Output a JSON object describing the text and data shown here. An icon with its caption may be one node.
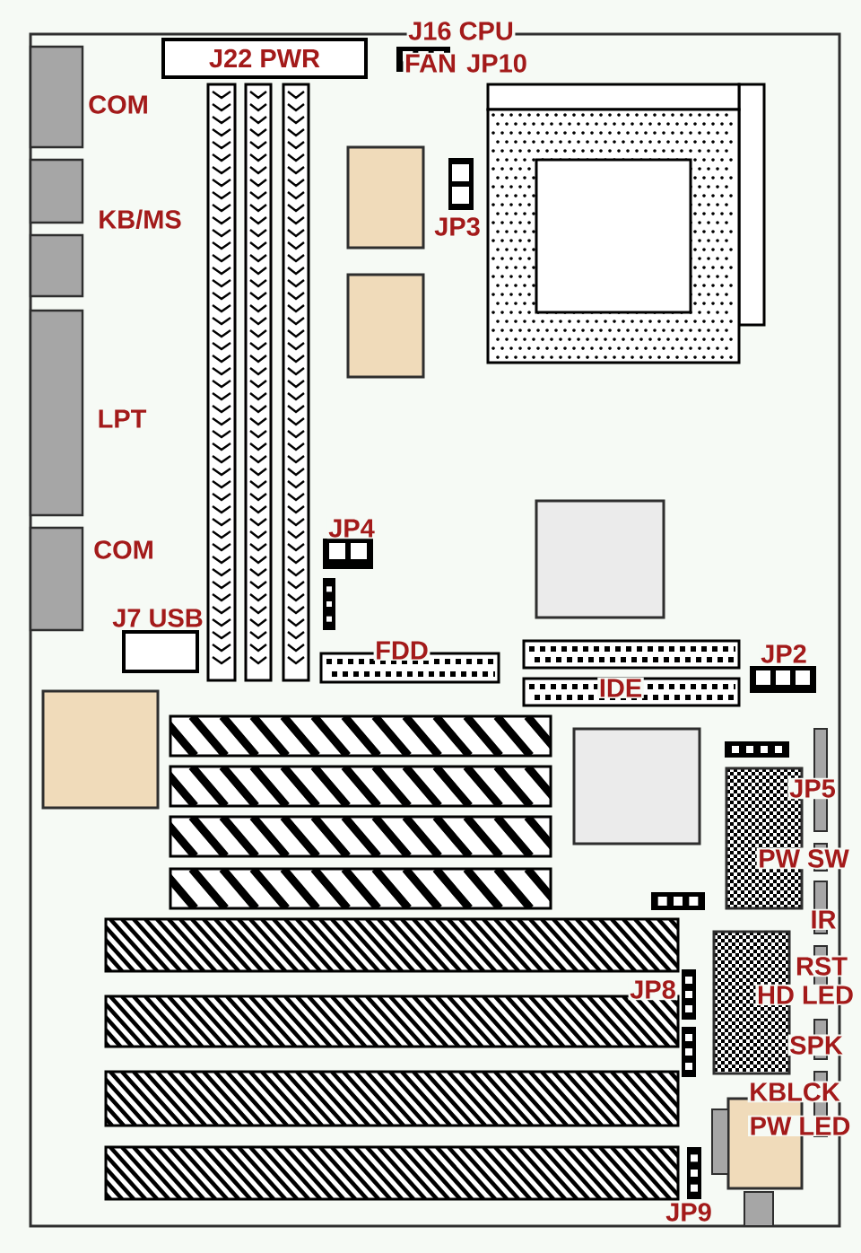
{
  "diagram": {
    "nodes": [
      {
        "text": [
          "J22 PWR"
        ]
      }
    ],
    "labels": [
      "J16 CPU",
      "FAN",
      "JP10",
      "COM",
      "KB/MS",
      "JP3",
      "LPT",
      "COM",
      "JP4",
      "J7 USB",
      "FDD",
      "JP2",
      "IDE",
      "JP5",
      "PW SW",
      "IR",
      "RST",
      "HD LED",
      "SPK",
      "JP8",
      "KBLCK",
      "PW LED",
      "JP9"
    ]
  }
}
